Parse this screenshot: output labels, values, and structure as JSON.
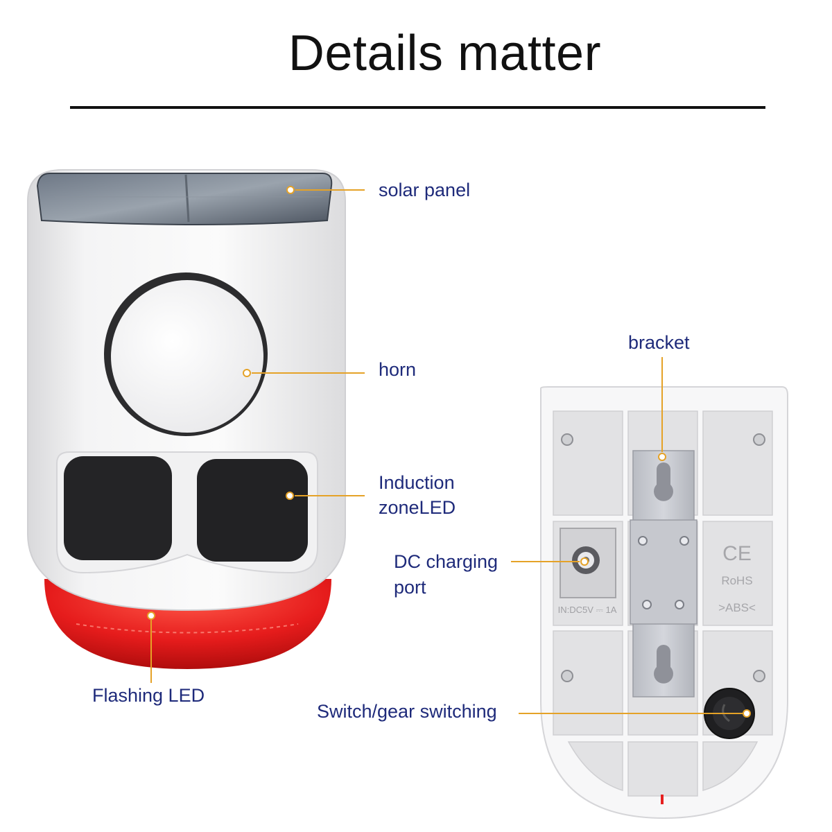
{
  "title": "Details matter",
  "labels": {
    "solar_panel": "solar panel",
    "horn": "horn",
    "induction_line1": "Induction",
    "induction_line2": "zoneLED",
    "flashing_led": "Flashing LED",
    "bracket": "bracket",
    "dc_line1": "DC charging",
    "dc_line2": "port",
    "switch": "Switch/gear switching"
  },
  "device_markings": {
    "ce": "CE",
    "rohs": "RoHS",
    "abs": ">ABS<",
    "input": "IN:DC5V ⎓ 1A"
  },
  "colors": {
    "label_text": "#1e2a7a",
    "leader_line": "#e5a227",
    "siren_red": "#e62020"
  }
}
